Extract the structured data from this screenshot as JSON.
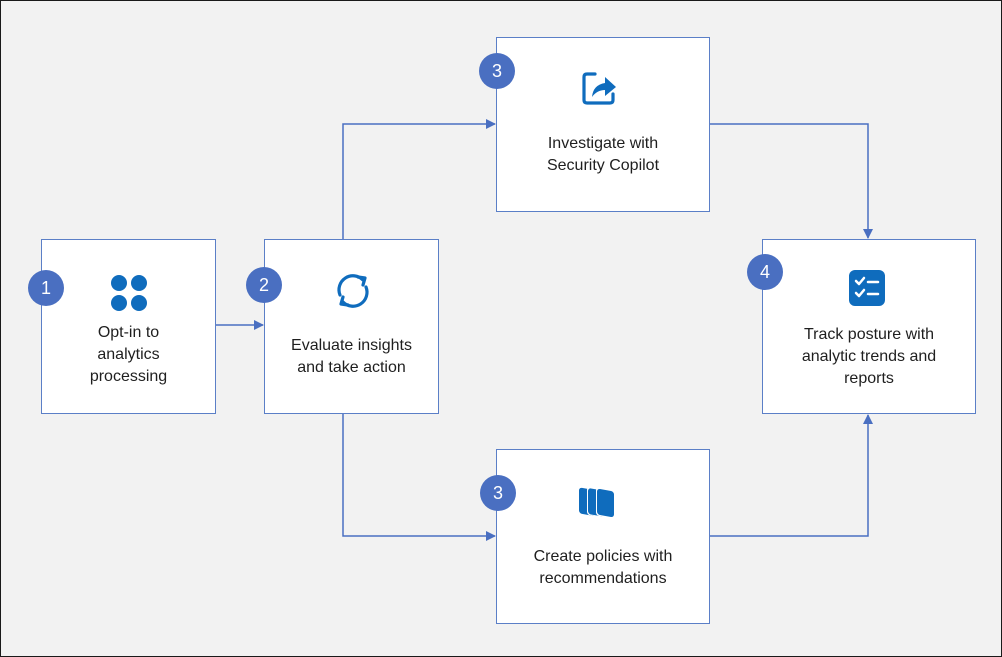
{
  "colors": {
    "accent": "#4a6fc1",
    "icon": "#0f6cbd",
    "box_border": "#5b7fc7",
    "background": "#f2f2f2"
  },
  "steps": {
    "opt_in": {
      "badge": "1",
      "label": "Opt-in to\nanalytics\nprocessing",
      "icon": "apps-grid-icon"
    },
    "evaluate": {
      "badge": "2",
      "label": "Evaluate insights\nand take action",
      "icon": "refresh-cycle-icon"
    },
    "investigate": {
      "badge": "3",
      "label": "Investigate with\nSecurity Copilot",
      "icon": "share-arrow-icon"
    },
    "policies": {
      "badge": "3",
      "label": "Create policies with\nrecommendations",
      "icon": "stacked-documents-icon"
    },
    "track": {
      "badge": "4",
      "label": "Track posture with\nanalytic trends and\nreports",
      "icon": "checklist-icon"
    }
  }
}
